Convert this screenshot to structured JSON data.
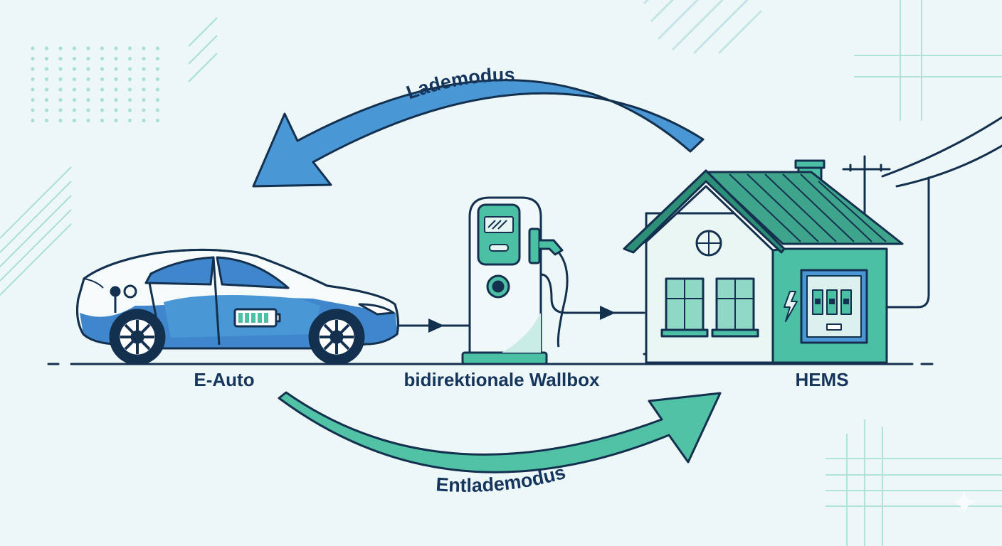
{
  "colors": {
    "background": "#eef7f8",
    "outline": "#14304f",
    "charge_arrow": "#4a97d6",
    "discharge_arrow": "#52c2a6",
    "car_blue": "#3f86cc",
    "house_teal": "#4cc0a5",
    "roof_teal": "#3ea58c",
    "label_text": "#15355c",
    "decor": "#a9dfd4"
  },
  "nodes": {
    "car": {
      "label": "E-Auto"
    },
    "wallbox": {
      "label": "bidirektionale Wallbox"
    },
    "hems": {
      "label": "HEMS"
    }
  },
  "flows": {
    "charge": {
      "label": "Lademodus"
    },
    "discharge": {
      "label": "Entlademodus"
    }
  }
}
